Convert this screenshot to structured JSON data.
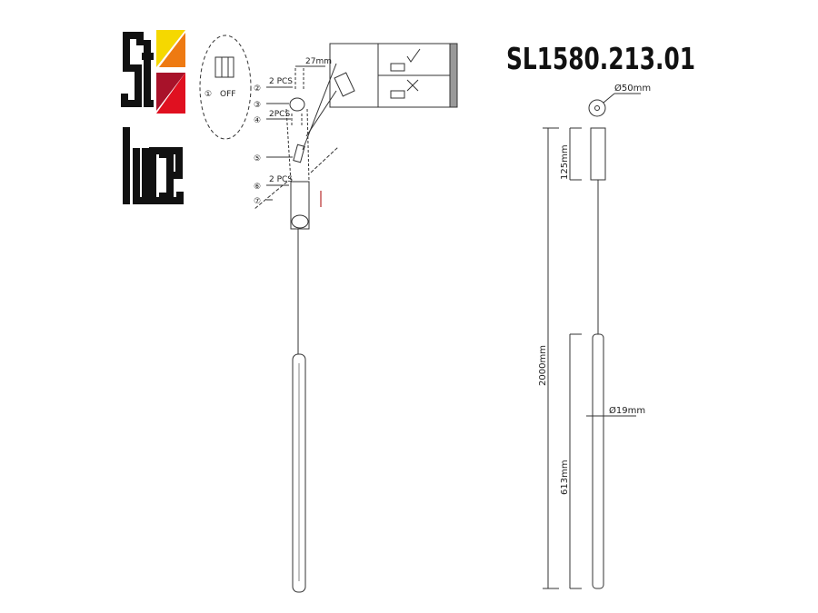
{
  "brand": {
    "logo_text_top": "St",
    "logo_text_bottom": "luce",
    "colors": [
      "#f5d800",
      "#ee7a12",
      "#e01020",
      "#a8122a"
    ]
  },
  "model": "SL1580.213.01",
  "installation": {
    "step1": "①",
    "off_label": "OFF",
    "spacing": "27mm",
    "parts": [
      {
        "num": "②",
        "qty": "2 PCS"
      },
      {
        "num": "③",
        "qty": ""
      },
      {
        "num": "④",
        "qty": "2PCS"
      },
      {
        "num": "⑤",
        "qty": ""
      },
      {
        "num": "⑥",
        "qty": "2 PCS"
      },
      {
        "num": "⑦",
        "qty": ""
      }
    ]
  },
  "dimensions": {
    "canopy_diameter": "Ø50mm",
    "canopy_height": "125mm",
    "total_height": "2000mm",
    "rod_diameter": "Ø19mm",
    "rod_length": "613mm"
  }
}
